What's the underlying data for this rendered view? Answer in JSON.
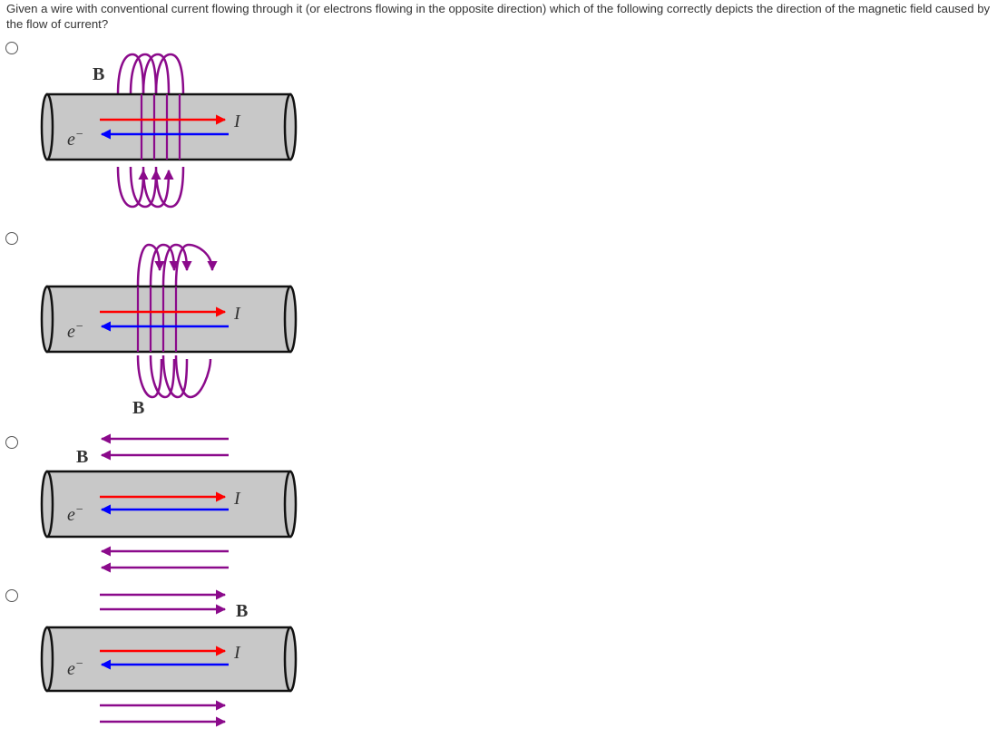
{
  "question": {
    "text": "Given a wire with conventional current flowing through it (or electrons flowing in the opposite direction) which of the following correctly depicts the direction of the magnetic field caused by the flow of current?"
  },
  "options": [
    {
      "field_label": "B",
      "current_label": "I",
      "electron_label": "e",
      "electron_sup": "−"
    },
    {
      "field_label": "B",
      "current_label": "I",
      "electron_label": "e",
      "electron_sup": "−"
    },
    {
      "field_label": "B",
      "current_label": "I",
      "electron_label": "e",
      "electron_sup": "−"
    },
    {
      "field_label": "B",
      "current_label": "I",
      "electron_label": "e",
      "electron_sup": "−"
    }
  ],
  "colors": {
    "wire_fill": "#c8c8c8",
    "wire_stroke": "#111111",
    "current": "#ff0000",
    "electron": "#0000ff",
    "field": "#8b0a8b",
    "text": "#333333"
  }
}
